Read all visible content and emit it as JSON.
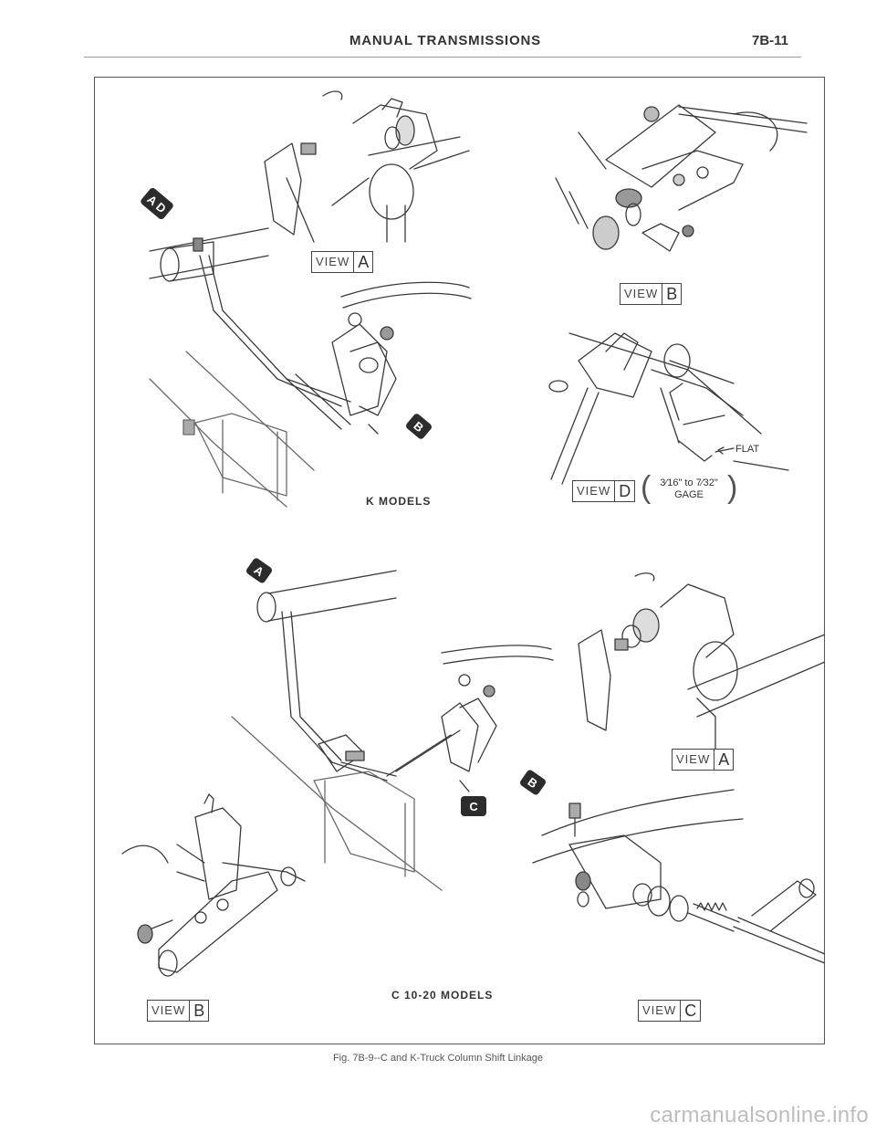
{
  "header": {
    "title": "MANUAL TRANSMISSIONS",
    "page_number": "7B-11"
  },
  "figure": {
    "view_word": "VIEW",
    "views": {
      "top_left": "A",
      "top_right": "B",
      "mid_right": "D",
      "lower_right": "A",
      "bottom_left": "B",
      "bottom_right": "C"
    },
    "arrow_markers": {
      "k_top_left": "A D",
      "k_center": "B",
      "c_top": "A",
      "c_center_right": "B",
      "c_center": "C"
    },
    "k_models_label": "K MODELS",
    "c_models_label": "C 10-20 MODELS",
    "flat_label": "FLAT",
    "gage_line1": "3⁄16\" to 7⁄32\"",
    "gage_line2": "GAGE",
    "caption": "Fig. 7B-9--C and K-Truck Column Shift Linkage"
  },
  "watermark": "carmanualsonline.info"
}
